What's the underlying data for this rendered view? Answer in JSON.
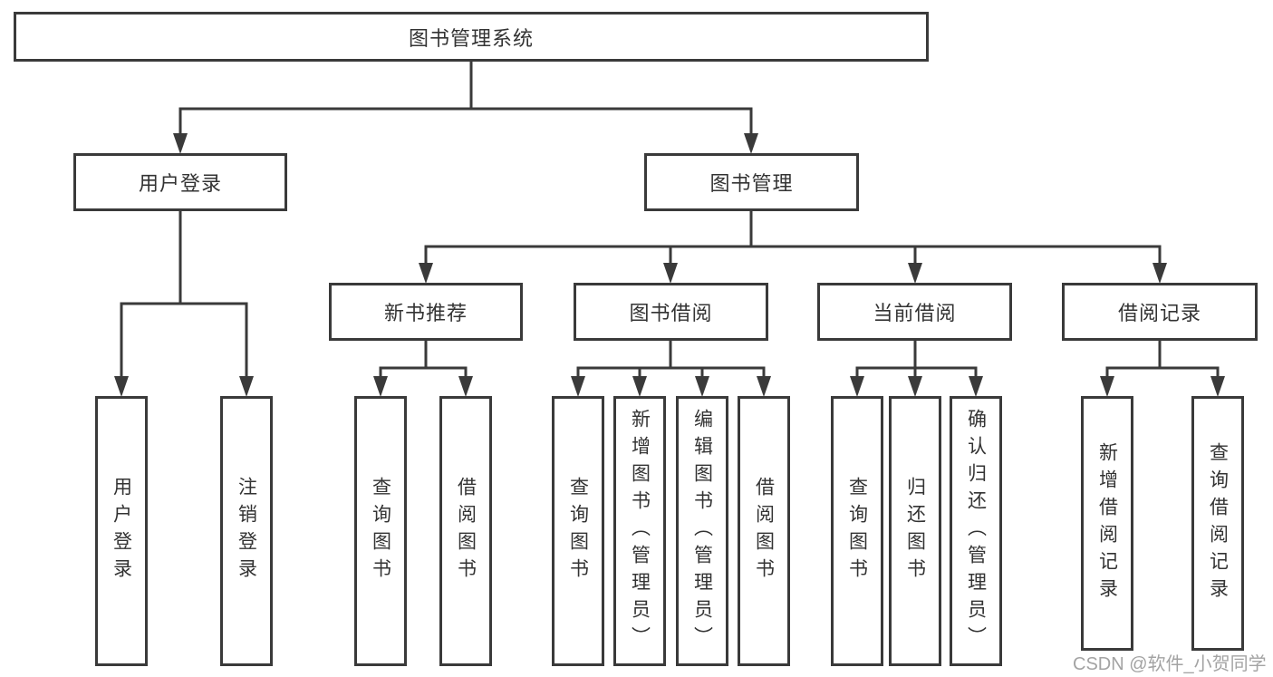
{
  "diagram": {
    "title": "图书管理系统"
  },
  "nodes": {
    "root": {
      "label": "图书管理系统"
    },
    "login": {
      "label": "用户登录"
    },
    "mgmt": {
      "label": "图书管理"
    },
    "rec": {
      "label": "新书推荐"
    },
    "borrow": {
      "label": "图书借阅"
    },
    "current": {
      "label": "当前借阅"
    },
    "history": {
      "label": "借阅记录"
    },
    "login_user": {
      "label": "用户登录"
    },
    "login_logout": {
      "label": "注销登录"
    },
    "rec_query": {
      "label": "查询图书"
    },
    "rec_borrow": {
      "label": "借阅图书"
    },
    "borrow_query": {
      "label": "查询图书"
    },
    "borrow_add": {
      "label": "新增图书（管理员）"
    },
    "borrow_edit": {
      "label": "编辑图书（管理员）"
    },
    "borrow_borrow": {
      "label": "借阅图书"
    },
    "cur_query": {
      "label": "查询图书"
    },
    "cur_return": {
      "label": "归还图书"
    },
    "cur_confirm": {
      "label": "确认归还（管理员）"
    },
    "hist_add": {
      "label": "新增借阅记录"
    },
    "hist_query": {
      "label": "查询借阅记录"
    }
  },
  "watermark": {
    "text": "CSDN @软件_小贺同学"
  },
  "colors": {
    "line": "#3a3a3a",
    "text": "#333333",
    "watermark": "#a3a3a3",
    "background": "#ffffff"
  }
}
